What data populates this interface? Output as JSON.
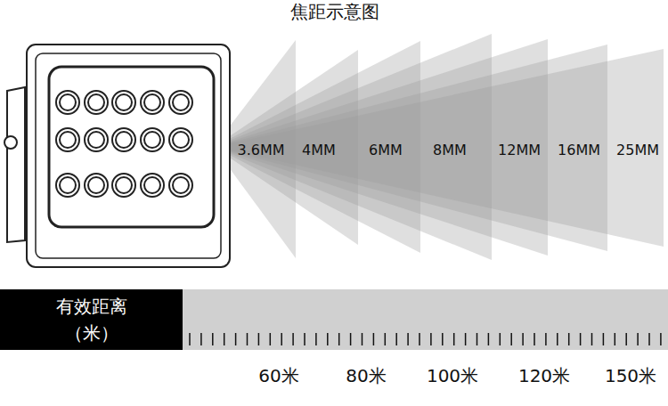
{
  "diagram": {
    "title": "焦距示意图",
    "nodes": [
      {
        "text": [
          "有效距离 （米）"
        ]
      }
    ],
    "labels": [
      "3.6MM",
      "4MM",
      "6MM",
      "8MM",
      "12MM",
      "16MM",
      "25MM",
      "60米",
      "80米",
      "100米",
      "120米",
      "150米"
    ]
  }
}
